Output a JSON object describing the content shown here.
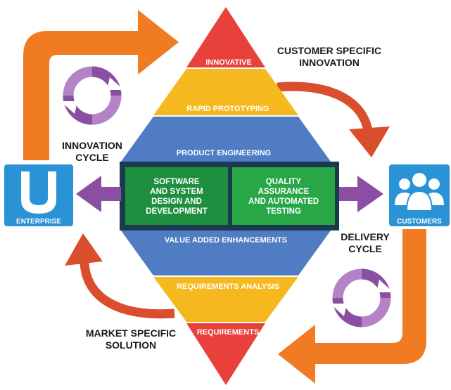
{
  "layers": {
    "innovative": "INNOVATIVE",
    "rapid_prototyping": "RAPID PROTOTYPING",
    "product_engineering": "PRODUCT ENGINEERING",
    "value_added": "VALUE ADDED ENHANCEMENTS",
    "requirements_analysis": "REQUIREMENTS ANALYSIS",
    "requirements": "REQUIREMENTS"
  },
  "center_boxes": {
    "left": [
      "SOFTWARE",
      "AND SYSTEM",
      "DESIGN AND",
      "DEVELOPMENT"
    ],
    "right": [
      "QUALITY",
      "ASSURANCE",
      "AND AUTOMATED",
      "TESTING"
    ]
  },
  "side_tiles": {
    "enterprise": "ENTERPRISE",
    "customers": "CUSTOMERS"
  },
  "callouts": {
    "customer_specific": [
      "CUSTOMER SPECIFIC",
      "INNOVATION"
    ],
    "innovation_cycle": [
      "INNOVATION",
      "CYCLE"
    ],
    "delivery_cycle": [
      "DELIVERY",
      "CYCLE"
    ],
    "market_specific": [
      "MARKET SPECIFIC",
      "SOLUTION"
    ]
  },
  "colors": {
    "red": "#e8403a",
    "yellow": "#f6b81f",
    "blue": "#4f7cc2",
    "green_dark": "#1e8f3f",
    "green_light": "#27a745",
    "navy": "#1b3a4e",
    "orange": "#f07b22",
    "rust": "#d94e2c",
    "purple": "#8a4fa3",
    "purple_light": "#b383c6",
    "tile_blue": "#2a93d5"
  }
}
